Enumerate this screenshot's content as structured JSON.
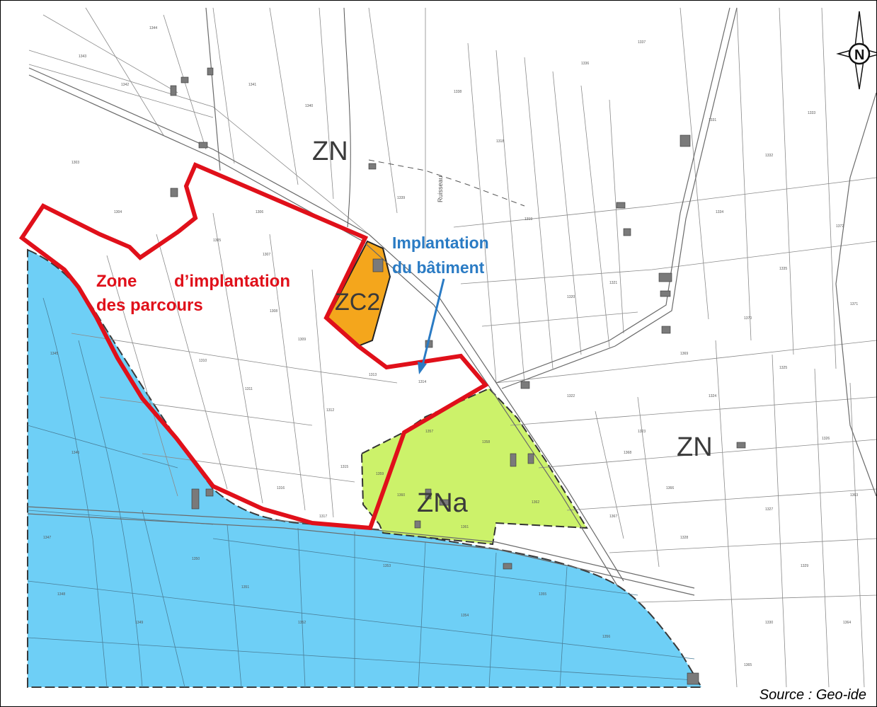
{
  "map": {
    "zones": {
      "zn_top": "ZN",
      "zn_right": "ZN",
      "zc2": "ZC2",
      "zna": "ZNa"
    },
    "annotations": {
      "parcours_line1_a": "Zone",
      "parcours_line1_b": "d’implantation",
      "parcours_line2": "des parcours",
      "batiment_line1": "Implantation",
      "batiment_line2": "du bâtiment",
      "stream": "Ruisseau"
    },
    "compass": {
      "letter": "N"
    },
    "source": "Source : Geo-ide",
    "colors": {
      "blue_zone": "#6ecff6",
      "green_zone": "#ccf26a",
      "orange_zone": "#f4a61c",
      "red_outline": "#e0101a",
      "blue_arrow": "#2a7bc4"
    },
    "parcels": [
      "1303",
      "1304",
      "1305",
      "1306",
      "1307",
      "1308",
      "1309",
      "1310",
      "1311",
      "1312",
      "1313",
      "1314",
      "1315",
      "1316",
      "1317",
      "1318",
      "1319",
      "1320",
      "1321",
      "1322",
      "1323",
      "1324",
      "1325",
      "1326",
      "1327",
      "1328",
      "1329",
      "1330",
      "1331",
      "1332",
      "1333",
      "1334",
      "1335",
      "1336",
      "1337",
      "1338",
      "1339",
      "1340",
      "1341",
      "1342",
      "1343",
      "1344",
      "1345",
      "1346",
      "1347",
      "1348",
      "1349",
      "1350",
      "1351",
      "1352",
      "1353",
      "1354",
      "1355",
      "1356",
      "1357",
      "1358",
      "1359",
      "1360",
      "1361",
      "1362",
      "1363",
      "1364",
      "1365",
      "1366",
      "1367",
      "1368",
      "1369",
      "1370",
      "1371",
      "1372"
    ]
  }
}
